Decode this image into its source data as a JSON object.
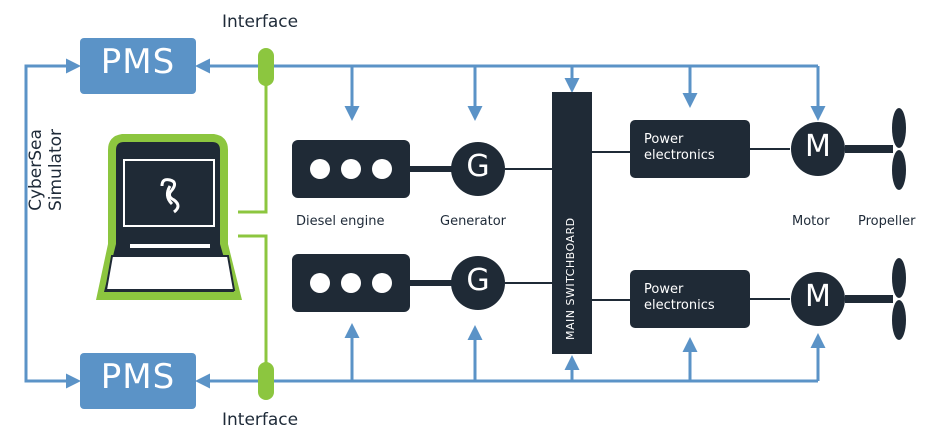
{
  "colors": {
    "pms_blue": "#5b93c7",
    "line_blue": "#5b93c7",
    "interface_green": "#8cc63f",
    "dark_box": "#1f2a36"
  },
  "labels": {
    "interface_top": "Interface",
    "interface_bottom": "Interface",
    "pms_top": "PMS",
    "pms_bottom": "PMS",
    "simulator_line1": "CyberSea",
    "simulator_line2": "Simulator",
    "diesel_engine": "Diesel engine",
    "generator": "Generator",
    "generator_symbol_top": "G",
    "generator_symbol_bottom": "G",
    "main_switchboard": "MAIN SWITCHBOARD",
    "power_electronics_top_1": "Power",
    "power_electronics_top_2": "electronics",
    "power_electronics_bottom_1": "Power",
    "power_electronics_bottom_2": "electronics",
    "motor": "Motor",
    "motor_symbol_top": "M",
    "motor_symbol_bottom": "M",
    "propeller": "Propeller"
  },
  "icons": {
    "simulator": "computer-terminal-icon",
    "simulator_logo": "cybersea-logo-icon",
    "propeller": "propeller-icon"
  }
}
